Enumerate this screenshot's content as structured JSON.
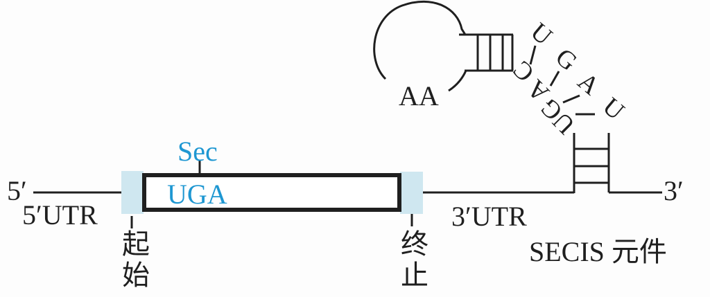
{
  "figure": {
    "description_labels": {
      "five_prime": "5′",
      "five_utr": "5′UTR",
      "sec": "Sec",
      "uga_codon": "UGA",
      "start_codon": "起始",
      "stop_codon": "终止",
      "three_utr": "3′UTR",
      "three_prime": "3′",
      "secis_element": "SECIS 元件",
      "apical_loop": "AA"
    },
    "secis_core": {
      "strand_right_top_to_bottom": [
        "U",
        "G",
        "A",
        "U"
      ],
      "strand_left_top_to_bottom": [
        "C",
        "A",
        "G",
        "U"
      ]
    },
    "colors": {
      "accent_blue": "#1e97d2",
      "codon_highlight_fill": "#cfe7f0",
      "line_black": "#1f1f1f",
      "background": "#fdfdfd"
    }
  }
}
